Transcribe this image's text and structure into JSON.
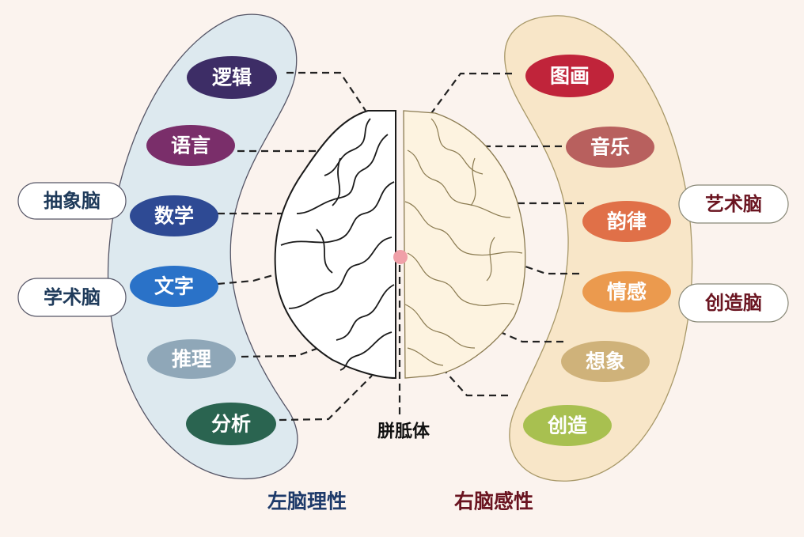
{
  "left": {
    "title": "左脑理性",
    "items": [
      {
        "label": "逻辑",
        "color": "#3d2d66"
      },
      {
        "label": "语言",
        "color": "#7a2e6a"
      },
      {
        "label": "数学",
        "color": "#2e4a94"
      },
      {
        "label": "文字",
        "color": "#2a72c8"
      },
      {
        "label": "推理",
        "color": "#8fa7b8"
      },
      {
        "label": "分析",
        "color": "#2a6450"
      }
    ],
    "categories": [
      "抽象脑",
      "学术脑"
    ],
    "category_color": "#1e3a5a",
    "region_color": "#dde9ef"
  },
  "right": {
    "title": "右脑感性",
    "items": [
      {
        "label": "图画",
        "color": "#c0243a"
      },
      {
        "label": "音乐",
        "color": "#b8605e"
      },
      {
        "label": "韵律",
        "color": "#e07048"
      },
      {
        "label": "情感",
        "color": "#eb9a4e"
      },
      {
        "label": "想象",
        "color": "#cfb27a"
      },
      {
        "label": "创造",
        "color": "#a8c050"
      }
    ],
    "categories": [
      "艺术脑",
      "创造脑"
    ],
    "category_color": "#6a1420",
    "region_color": "#f8e6c8"
  },
  "center": {
    "label": "胼胝体",
    "dot_color": "#f0a0a8"
  }
}
